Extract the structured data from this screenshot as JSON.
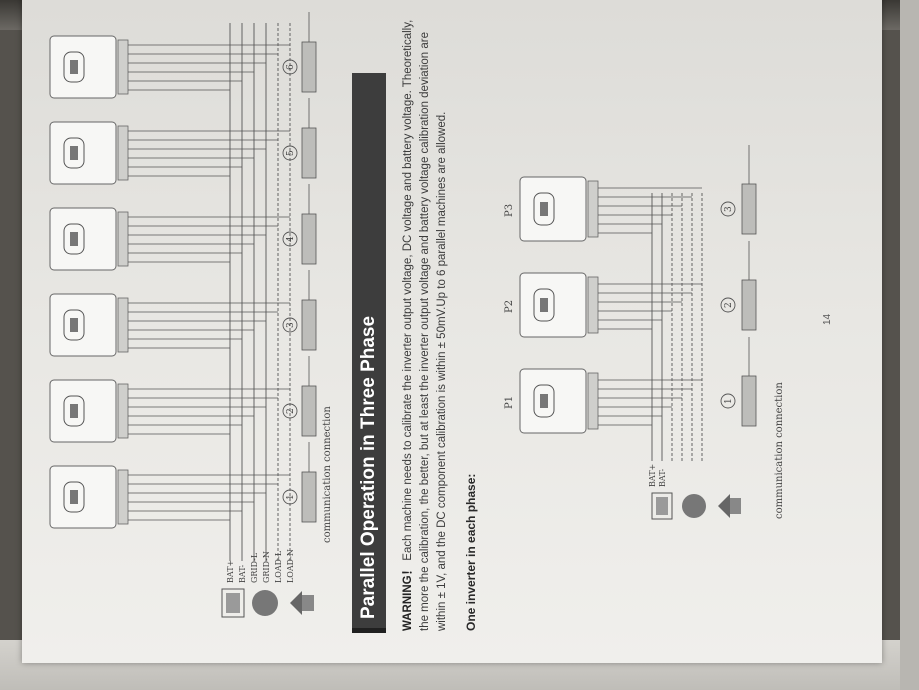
{
  "document": {
    "heading": "Parallel Operation in Three Phase",
    "warning_label": "WARNING！",
    "warning_text": "Each machine needs to calibrate the inverter output voltage, DC voltage and battery voltage. Theoretically, the more the calibration, the better, but at least the inverter output voltage and battery voltage calibration deviation are within ± 1V, and the DC component calibration is within ± 50mV.Up to 6 parallel machines are allowed.",
    "sub_heading": "One inverter in each phase:",
    "page_number": "14"
  },
  "top_diagram": {
    "bus_labels": [
      "BAT+",
      "BAT-",
      "GRID-L",
      "GRID-N",
      "LOAD-L",
      "LOAD-N"
    ],
    "comm_label": "communication connection",
    "unit_numbers": [
      "1",
      "2",
      "3",
      "4",
      "5",
      "6"
    ]
  },
  "bottom_diagram": {
    "phase_labels": [
      "P1",
      "P2",
      "P3"
    ],
    "bat_labels": [
      "BAT+",
      "BAT-"
    ],
    "comm_label": "communication connection",
    "unit_numbers": [
      "1",
      "2",
      "3"
    ]
  }
}
